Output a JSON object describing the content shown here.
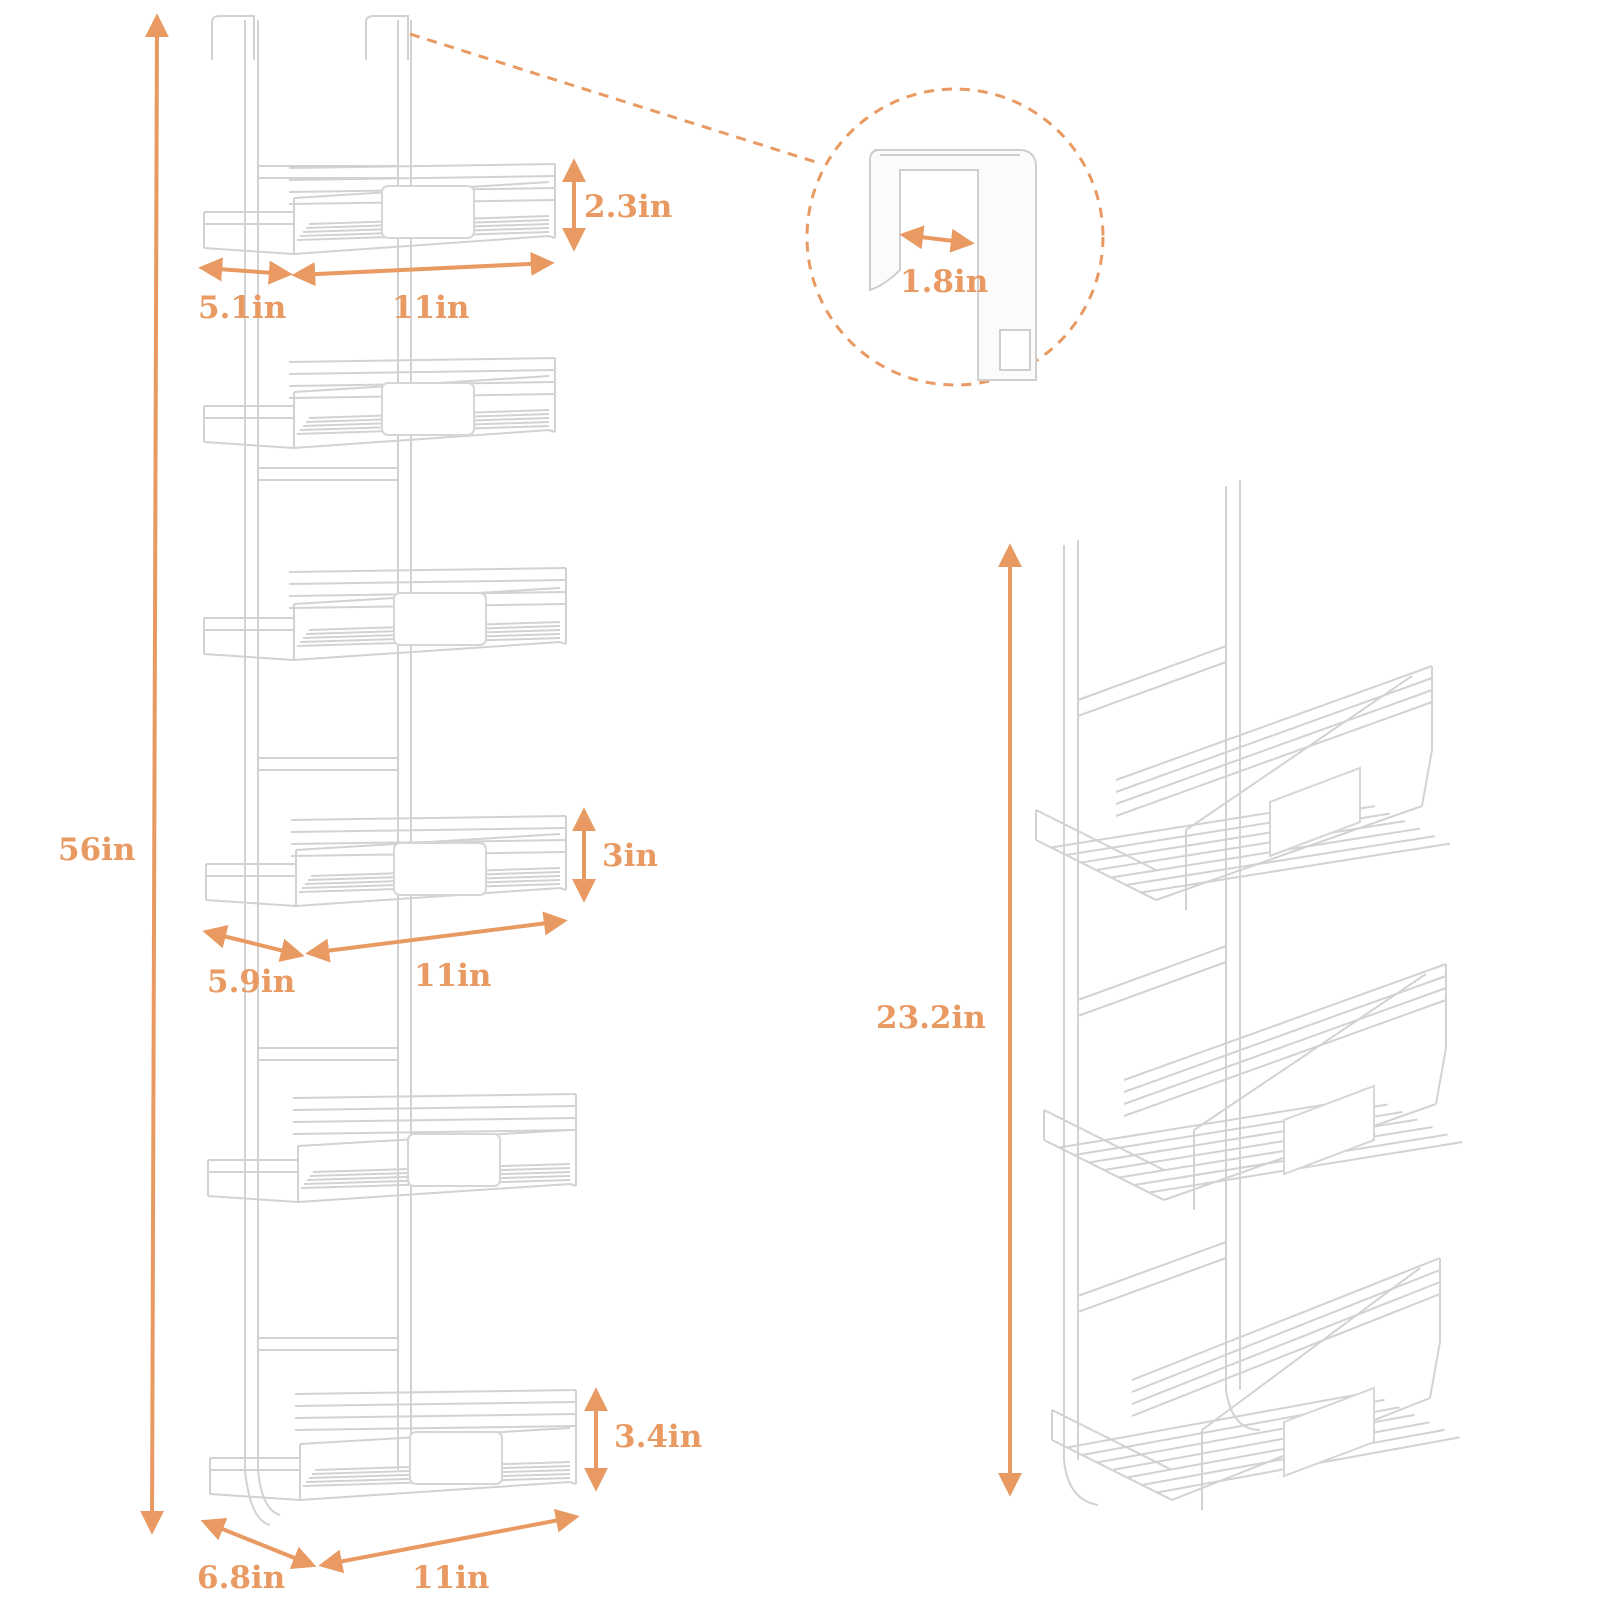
{
  "colors": {
    "accent": "#e89a62",
    "rack_stroke": "#d6d6d6",
    "rack_fill": "#ffffff",
    "background": "#ffffff"
  },
  "icons": {
    "hook_detail": "over-door-hook-icon"
  },
  "dimensions": {
    "total_height": "56in",
    "shelf1_height": "2.3in",
    "shelf1_depth": "5.1in",
    "shelf1_width": "11in",
    "shelf4_height": "3in",
    "shelf4_depth": "5.9in",
    "shelf4_width": "11in",
    "shelf6_height": "3.4in",
    "shelf6_depth": "6.8in",
    "shelf6_width": "11in",
    "hook_gap": "1.8in",
    "small_rack_height": "23.2in"
  }
}
